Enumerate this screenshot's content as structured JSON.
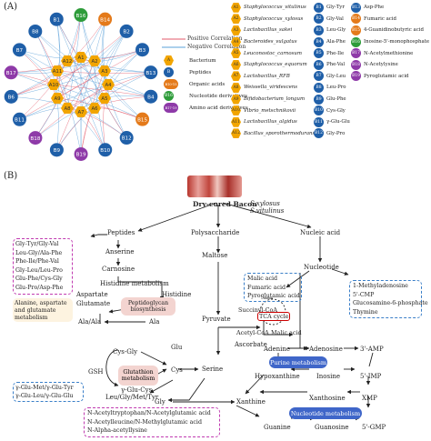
{
  "panel_a": {
    "label": "(A)",
    "correlation_legend": {
      "positive": "Positive Correlation",
      "negative": "Negative Correlation"
    },
    "category_legend": [
      {
        "symbol": "A",
        "label": "Bacterium",
        "color": "#f2a500"
      },
      {
        "symbol": "B",
        "label": "Peptides",
        "color": "#1f5fa8"
      },
      {
        "symbol": "B10-15",
        "label": "Organic acids",
        "color": "#e47a1a"
      },
      {
        "symbol": "B16",
        "label": "Nucleotide derivatives",
        "color": "#2e9c3a"
      },
      {
        "symbol": "B17-19",
        "label": "Amino acid derivatives",
        "color": "#8e3aa8"
      }
    ],
    "bacteria": [
      {
        "id": "A1",
        "name": "Staphylococcus_vitulinus"
      },
      {
        "id": "A2",
        "name": "Staphylococcus_xylosus"
      },
      {
        "id": "A3",
        "name": "Lactobacillus_sakei"
      },
      {
        "id": "A4",
        "name": "Bacteroides_vulgatus"
      },
      {
        "id": "A5",
        "name": "Leuconostoc_carnosum"
      },
      {
        "id": "A6",
        "name": "Staphylococcus_equorum"
      },
      {
        "id": "A7",
        "name": "Lactobacillus_RFB"
      },
      {
        "id": "A8",
        "name": "Weissella_viridescens"
      },
      {
        "id": "A9",
        "name": "Bifidobacterium_longum"
      },
      {
        "id": "A10",
        "name": "Vibrio_metschnikovii"
      },
      {
        "id": "A11",
        "name": "Lactobacillus_algidus"
      },
      {
        "id": "A12",
        "name": "Bacillus_sporothermodurans"
      }
    ],
    "peptides": [
      {
        "id": "B1",
        "name": "Gly-Tyr"
      },
      {
        "id": "B2",
        "name": "Gly-Val"
      },
      {
        "id": "B3",
        "name": "Leu-Gly"
      },
      {
        "id": "B4",
        "name": "Ala-Phe"
      },
      {
        "id": "B5",
        "name": "Phe-Ile"
      },
      {
        "id": "B6",
        "name": "Phe-Val"
      },
      {
        "id": "B7",
        "name": "Gly-Leu"
      },
      {
        "id": "B8",
        "name": "Leu-Pro"
      },
      {
        "id": "B9",
        "name": "Glu-Phe"
      },
      {
        "id": "B10",
        "name": "Cys-Gly"
      },
      {
        "id": "B11",
        "name": "γ-Glu-Glu"
      },
      {
        "id": "B12",
        "name": "Gly-Pro"
      }
    ],
    "metabolites": [
      {
        "id": "B13",
        "name": "Asp-Phe",
        "color": "#1f5fa8"
      },
      {
        "id": "B14",
        "name": "Fumaric acid",
        "color": "#e47a1a"
      },
      {
        "id": "B15",
        "name": "4-Guanidinobutyric acid",
        "color": "#e47a1a"
      },
      {
        "id": "B16",
        "name": "Inosine-5'-monophosphate",
        "color": "#2e9c3a"
      },
      {
        "id": "B17",
        "name": "N-Acetylmethionine",
        "color": "#8e3aa8"
      },
      {
        "id": "B18",
        "name": "N-Acetylysine",
        "color": "#8e3aa8"
      },
      {
        "id": "B19",
        "name": "Pyroglutamic acid",
        "color": "#8e3aa8"
      }
    ],
    "network_outer": [
      {
        "id": "B1",
        "color": "#1f5fa8"
      },
      {
        "id": "B16",
        "color": "#2e9c3a"
      },
      {
        "id": "B14",
        "color": "#e47a1a"
      },
      {
        "id": "B2",
        "color": "#1f5fa8"
      },
      {
        "id": "B3",
        "color": "#1f5fa8"
      },
      {
        "id": "B13",
        "color": "#1f5fa8"
      },
      {
        "id": "B4",
        "color": "#1f5fa8"
      },
      {
        "id": "B15",
        "color": "#e47a1a"
      },
      {
        "id": "B12",
        "color": "#1f5fa8"
      },
      {
        "id": "B10",
        "color": "#1f5fa8"
      },
      {
        "id": "B19",
        "color": "#8e3aa8"
      },
      {
        "id": "B9",
        "color": "#1f5fa8"
      },
      {
        "id": "B18",
        "color": "#8e3aa8"
      },
      {
        "id": "B11",
        "color": "#1f5fa8"
      },
      {
        "id": "B6",
        "color": "#1f5fa8"
      },
      {
        "id": "B17",
        "color": "#8e3aa8"
      },
      {
        "id": "B7",
        "color": "#1f5fa8"
      },
      {
        "id": "B8",
        "color": "#1f5fa8"
      }
    ],
    "network_inner": [
      "A1",
      "A2",
      "A3",
      "A4",
      "A5",
      "A6",
      "A7",
      "A8",
      "A9",
      "A10",
      "A11",
      "A12"
    ]
  },
  "panel_b": {
    "label": "(B)",
    "title": "Dry-cured Bacon",
    "species": [
      "S.xylosus",
      "S.vitulinus"
    ],
    "nodes": {
      "peptides": "Peptides",
      "polysaccharide": "Polysaccharide",
      "nucleic_acid": "Nucleic acid",
      "anserine": "Anserine",
      "carnosine": "Carnosine",
      "histidine_metabolism": "Histidine metabolism",
      "histidine": "Histidine",
      "aspartate": "Aspartate",
      "glutamate": "Glutamate",
      "ala_ala": "Ala/Ala",
      "ala": "Ala",
      "cys_gly": "Cys-Gly",
      "gsh": "GSH",
      "glu_cys": "γ-Glu-Cys",
      "glu": "Glu",
      "cys": "Cys",
      "serine": "Serine",
      "leu_gly_met_tyr": "Leu/Gly/Met/Tyr",
      "gly": "Gly",
      "maltose": "Maltose",
      "pyruvate": "Pyruvate",
      "nucleotide": "Nucleotide",
      "succinyl_coa": "Succinyl-CoA",
      "acetyl_coa": "Acetyl-CoA",
      "malic_acid": "Malic acid",
      "ascorbate": "Ascorbate",
      "adenine": "Adenine",
      "adenosine": "Adenosine",
      "amp": "3'-AMP",
      "hypoxanthine": "Hypoxanthine",
      "inosine": "Inosine",
      "imp": "5'-IMP",
      "xanthine": "Xanthine",
      "xanthosine": "Xanthosine",
      "xmp": "XMP",
      "guanine": "Guanine",
      "guanosine": "Guanosine",
      "gmp": "5'-GMP"
    },
    "pathways": {
      "peptidoglycan": "Peptidoglycan biosynthesis",
      "alanine_aspartate": "Alanine, aspartate and glutamate metabolism",
      "glutathione": "Glutathion metabolism",
      "tca": "TCA cycle",
      "purine": "Purine metabolism",
      "nucleotide_metabolism": "Nucleotide metabolism"
    },
    "dashed_boxes": {
      "peptide_list": [
        "Gly-Tyr/Gly-Val",
        "Leu-Gly/Ala-Phe",
        "Phe-Ile/Phe-Val",
        "Gly-Leu/Leu-Pro",
        "Glu-Phe/Cys-Gly",
        "Glu-Pro/Asp-Phe"
      ],
      "glu_list": [
        "γ-Glu-Met/γ-Glu-Tyr",
        "γ-Glu-Leu/γ-Glu-Glu"
      ],
      "n_acetyl_list": [
        "N-Acetyltryptophan/N-Acetylglutamic acid",
        "N-Acetylleucine/N-Methylglutamic acid",
        "N-Alpha-acetyllysine"
      ],
      "acids_list": [
        "Malic acid",
        "Fumaric acid",
        "Pyroglutamic acid"
      ],
      "nucleo_list": [
        "1-Methyladenosine",
        "5'-CMP",
        "Glucosamine-6-phosphate",
        "Thymine"
      ]
    }
  }
}
